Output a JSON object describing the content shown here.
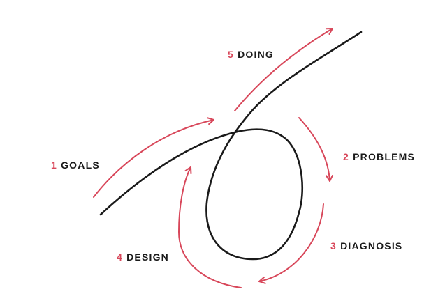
{
  "colors": {
    "accent": "#d8475a",
    "ink": "#1a1a1a",
    "background": "#ffffff"
  },
  "steps": [
    {
      "number": "1",
      "label": "GOALS"
    },
    {
      "number": "2",
      "label": "PROBLEMS"
    },
    {
      "number": "3",
      "label": "DIAGNOSIS"
    },
    {
      "number": "4",
      "label": "DESIGN"
    },
    {
      "number": "5",
      "label": "DOING"
    }
  ]
}
